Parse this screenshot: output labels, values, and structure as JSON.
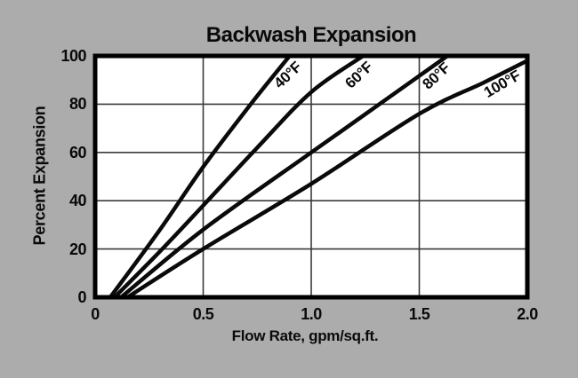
{
  "chart_data": {
    "type": "line",
    "title": "Backwash Expansion",
    "xlabel": "Flow Rate, gpm/sq.ft.",
    "ylabel": "Percent Expansion",
    "xlim": [
      0,
      2.0
    ],
    "ylim": [
      0,
      100
    ],
    "grid": true,
    "legend_position": "inline-labels-on-curves",
    "x_ticks": [
      0,
      0.5,
      1.0,
      1.5,
      2.0
    ],
    "x_tick_labels": [
      "0",
      "0.5",
      "1.0",
      "1.5",
      "2.0"
    ],
    "y_ticks": [
      0,
      20,
      40,
      60,
      80,
      100
    ],
    "y_tick_labels": [
      "0",
      "20",
      "40",
      "60",
      "80",
      "100"
    ],
    "x_gridlines": [
      0.5,
      1.0,
      1.5
    ],
    "y_gridlines": [
      20,
      40,
      60,
      80
    ],
    "series": [
      {
        "name": "40°F",
        "points": [
          [
            0.07,
            0
          ],
          [
            0.3,
            28
          ],
          [
            0.5,
            54
          ],
          [
            0.72,
            80
          ],
          [
            0.9,
            100
          ]
        ]
      },
      {
        "name": "60°F",
        "points": [
          [
            0.09,
            0
          ],
          [
            0.3,
            19
          ],
          [
            0.5,
            38
          ],
          [
            0.75,
            62
          ],
          [
            1.0,
            85
          ],
          [
            1.24,
            100
          ]
        ]
      },
      {
        "name": "80°F",
        "points": [
          [
            0.12,
            0
          ],
          [
            0.5,
            28
          ],
          [
            1.0,
            60
          ],
          [
            1.3,
            79
          ],
          [
            1.63,
            100
          ]
        ]
      },
      {
        "name": "100°F",
        "points": [
          [
            0.15,
            0
          ],
          [
            0.5,
            20
          ],
          [
            1.0,
            47
          ],
          [
            1.5,
            76
          ],
          [
            1.8,
            89
          ],
          [
            2.0,
            98
          ]
        ]
      }
    ],
    "colors": {
      "background": "#acacac",
      "plot_background": "#ffffff",
      "frame": "#000000",
      "gridline": "#3a3a3a",
      "line": "#0a0a0a",
      "text": "#0a0a0a"
    }
  }
}
